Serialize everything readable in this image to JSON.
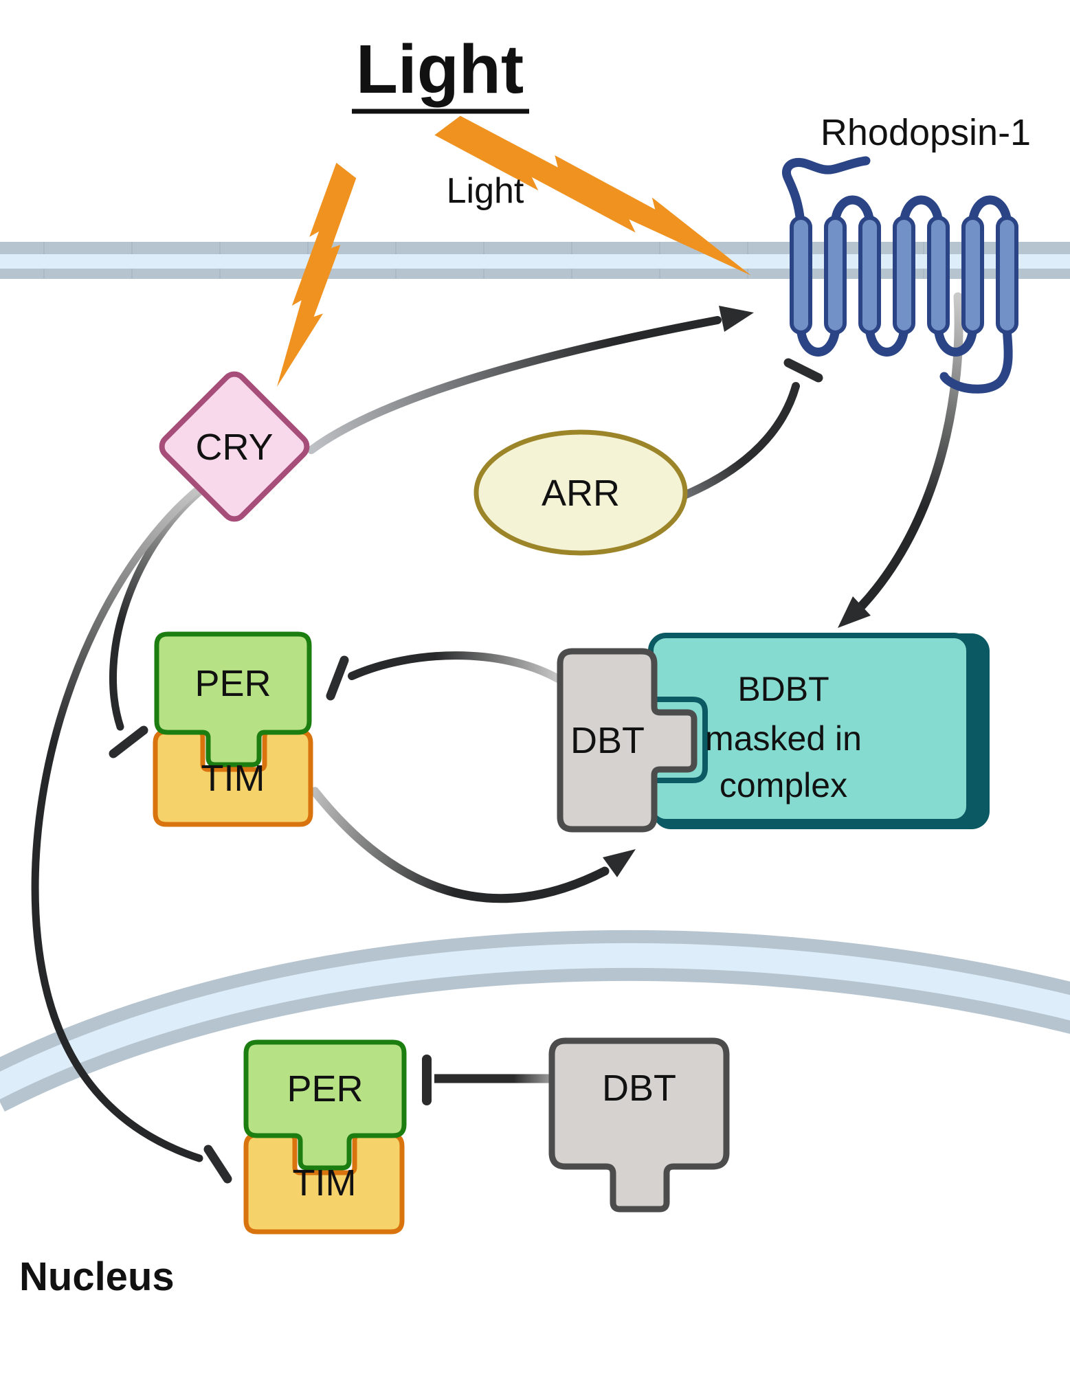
{
  "title": "Light",
  "labels": {
    "light_stimulus": "Light",
    "rhodopsin": "Rhodopsin-1",
    "cry": "CRY",
    "arr": "ARR",
    "per_cytoplasm": "PER",
    "tim_cytoplasm": "TIM",
    "dbt_cytoplasm": "DBT",
    "bdbt_line1": "BDBT",
    "bdbt_line2": "masked in",
    "bdbt_line3": "complex",
    "per_nucleus": "PER",
    "tim_nucleus": "TIM",
    "dbt_nucleus": "DBT",
    "nucleus": "Nucleus"
  },
  "colors": {
    "membrane_band": "#b5c4cf",
    "membrane_core": "#ddeefa",
    "lightning_orange": "#ef9220",
    "rhodopsin_helix_fill": "#7291c7",
    "rhodopsin_outline": "#2a4485",
    "cry_fill": "#f7d9eb",
    "cry_border": "#a64e79",
    "arr_fill": "#f5f3d6",
    "arr_border": "#9c8429",
    "per_fill": "#b7e185",
    "per_border": "#1c7d10",
    "tim_fill": "#f6d26b",
    "tim_border": "#d8730d",
    "dbt_fill": "#d5d2cf",
    "dbt_border": "#4c4c4c",
    "bdbt_fill": "#85dbd0",
    "bdbt_border": "#0b5a63",
    "arrow_dark": "#2b2c2d"
  },
  "relationships": [
    {
      "from": "Light",
      "to": "CRY",
      "type": "light-stimulus"
    },
    {
      "from": "Light",
      "to": "Rhodopsin-1",
      "type": "light-stimulus"
    },
    {
      "from": "CRY",
      "to": "Rhodopsin-1",
      "type": "activates"
    },
    {
      "from": "ARR",
      "to": "Rhodopsin-1",
      "type": "inhibits"
    },
    {
      "from": "Rhodopsin-1",
      "to": "DBT-BDBT complex",
      "type": "activates"
    },
    {
      "from": "DBT-BDBT complex",
      "to": "PER (cytoplasm)",
      "type": "inhibits"
    },
    {
      "from": "PER-TIM (cytoplasm)",
      "to": "DBT-BDBT complex",
      "type": "activates"
    },
    {
      "from": "CRY",
      "to": "PER-TIM (cytoplasm)",
      "type": "inhibits"
    },
    {
      "from": "CRY",
      "to": "PER-TIM (nucleus)",
      "type": "inhibits"
    },
    {
      "from": "DBT (nucleus)",
      "to": "PER (nucleus)",
      "type": "inhibits"
    }
  ]
}
